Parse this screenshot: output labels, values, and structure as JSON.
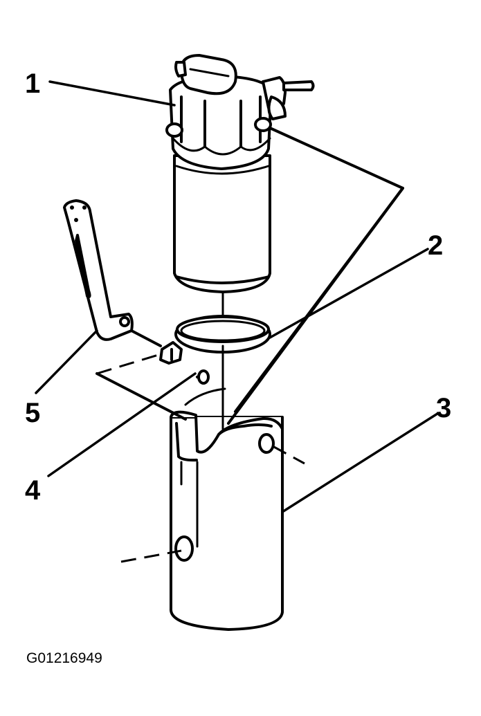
{
  "callouts": {
    "c1": "1",
    "c2": "2",
    "c3": "3",
    "c4": "4",
    "c5": "5"
  },
  "figure_id": "G01216949",
  "colors": {
    "ink": "#000000",
    "paper": "#ffffff"
  }
}
